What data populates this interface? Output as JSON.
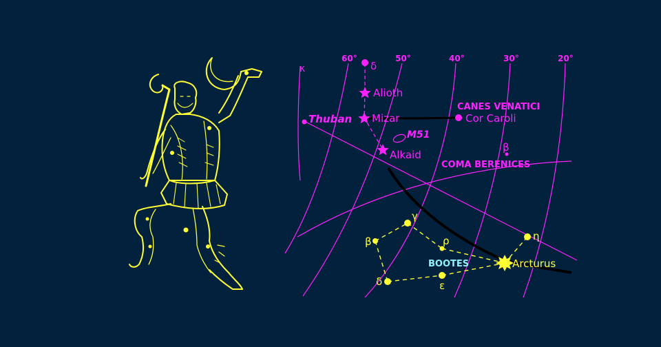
{
  "colors": {
    "background": "#02213d",
    "figure": "#ffff33",
    "magenta": "#ff22ff",
    "cyan": "#8ff3ff",
    "ecliptic": "#000000"
  },
  "ra_labels": [
    "60°",
    "50°",
    "40°",
    "30°",
    "20°"
  ],
  "greek": {
    "kappa": "κ",
    "delta_uma": "δ",
    "beta_com": "β",
    "gamma": "γ",
    "beta": "β",
    "rho": "ρ",
    "eta": "η",
    "delta": "δ",
    "epsilon": "ε"
  },
  "stars": {
    "alioth": "Alioth",
    "mizar": "Mizar",
    "alkaid": "Alkaid",
    "thuban": "Thuban",
    "cor_caroli": "Cor Caroli",
    "m51": "M51",
    "arcturus": "Arcturus"
  },
  "constellations": {
    "canes_venatici": "CANES VENATICI",
    "coma_berenices": "COMA BERENICES",
    "bootes": "BOOTES"
  },
  "icons": [
    "herdsman-figure-illustration",
    "star-marker-icon",
    "galaxy-icon"
  ]
}
